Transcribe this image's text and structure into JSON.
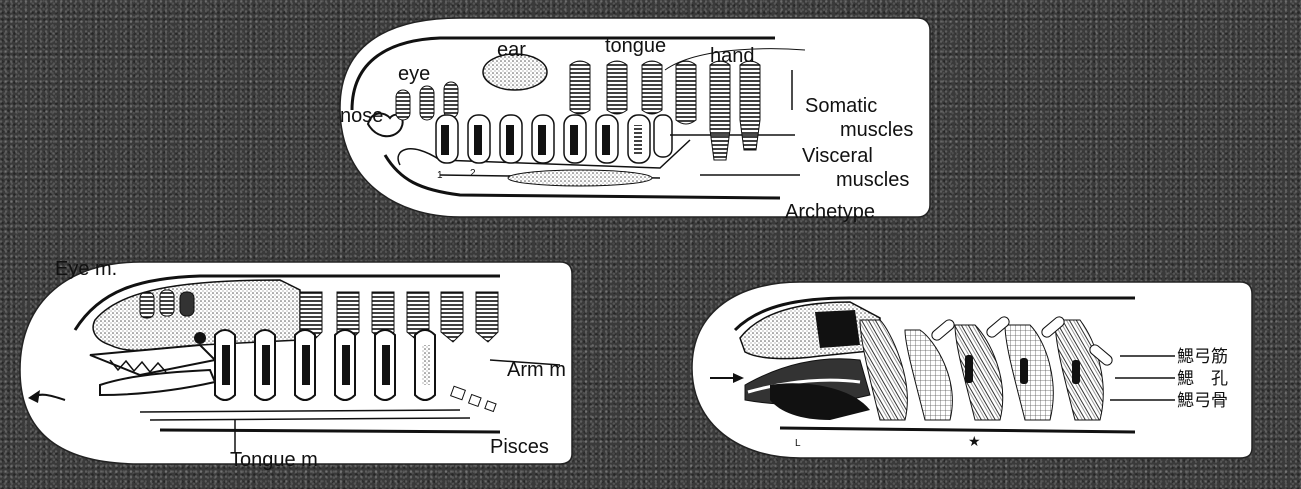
{
  "archetype": {
    "labels": {
      "nose": "nose",
      "eye": "eye",
      "ear": "ear",
      "tongue": "tongue",
      "hand": "hand",
      "somatic": "Somatic",
      "somatic2": "muscles",
      "visceral": "Visceral",
      "visceral2": "muscles",
      "title": "Archetype",
      "n1": "1",
      "n2": "2"
    }
  },
  "pisces": {
    "labels": {
      "eye_m": "Eye m.",
      "arm_m": "Arm m",
      "tongue_m": "Tongue m",
      "title": "Pisces"
    }
  },
  "fish_right": {
    "labels": {
      "gill_arch_muscle": "鰓弓筋",
      "gill_hole": "鰓　孔",
      "gill_arch_bone": "鰓弓骨",
      "star": "★",
      "l": "L"
    }
  },
  "colors": {
    "panel": "#ffffff",
    "ink": "#111111",
    "background": "#2b2b2b"
  }
}
